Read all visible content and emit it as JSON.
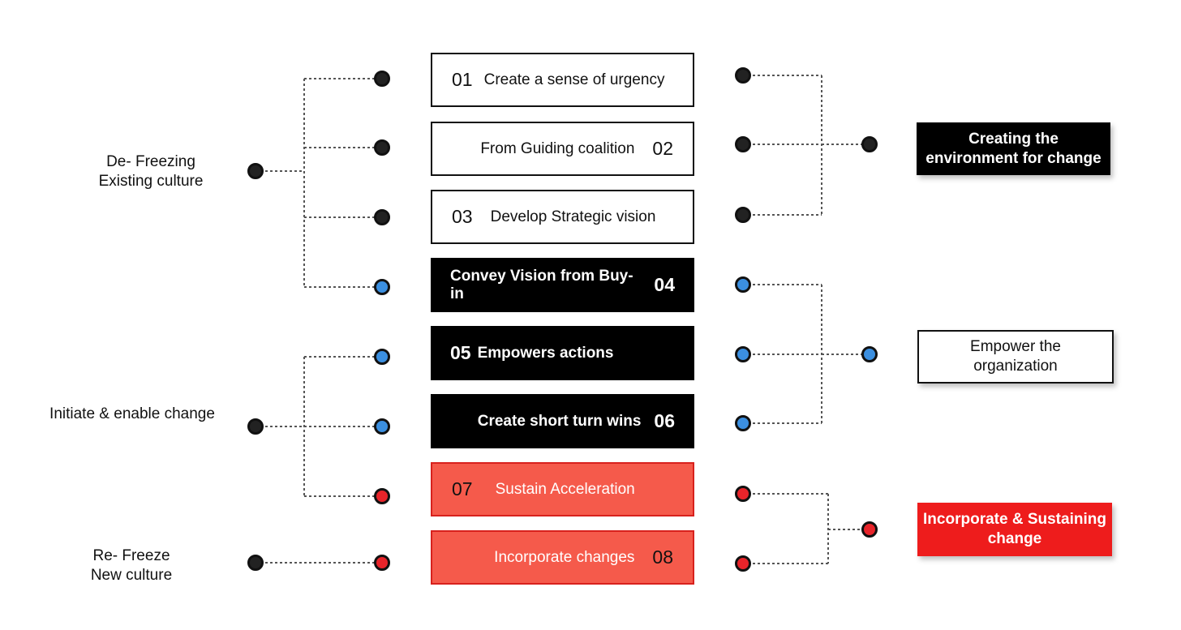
{
  "steps": [
    {
      "num": "01",
      "label": "Create a sense of urgency"
    },
    {
      "num": "02",
      "label": "From Guiding coalition"
    },
    {
      "num": "03",
      "label": "Develop Strategic vision"
    },
    {
      "num": "04",
      "label": "Convey Vision from Buy-in"
    },
    {
      "num": "05",
      "label": "Empowers actions"
    },
    {
      "num": "06",
      "label": "Create short turn wins"
    },
    {
      "num": "07",
      "label": "Sustain Acceleration"
    },
    {
      "num": "08",
      "label": "Incorporate changes"
    }
  ],
  "phases": [
    {
      "line1": "De- Freezing",
      "line2": "Existing culture"
    },
    {
      "line1": "Initiate & enable change"
    },
    {
      "line1": "Re- Freeze",
      "line2": "New culture"
    }
  ],
  "groups": [
    {
      "line1": "Creating the",
      "line2": "environment for change"
    },
    {
      "line1": "Empower the",
      "line2": "organization"
    },
    {
      "line1": "Incorporate & Sustaining",
      "line2": "change"
    }
  ],
  "colors": {
    "black": "#000000",
    "blue_dot": "#3b8fe0",
    "red_dot": "#e8242a",
    "red_box": "#f55a4b",
    "group_red": "#ee1c1c"
  }
}
